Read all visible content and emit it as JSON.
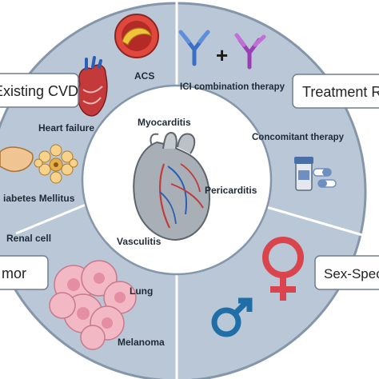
{
  "center": {
    "myocarditis": "Myocarditis",
    "pericarditis": "Pericarditis",
    "vasculitis": "Vasculitis"
  },
  "boxes": {
    "existing_cvd": "Existing CVD",
    "treatment": "Treatment R",
    "tumor": "mor",
    "sex": "Sex-Spec"
  },
  "labels": {
    "acs": "ACS",
    "heart_failure": "Heart failure",
    "diabetes": "iabetes Mellitus",
    "ici": "ICI combination therapy",
    "concomitant": "Concomitant therapy",
    "renal": "Renal cell",
    "lung": "Lung",
    "melanoma": "Melanoma"
  },
  "colors": {
    "ring": "#b9c7d6",
    "ring_edge": "#7d8fa3",
    "divider": "#ffffff",
    "female_symbol": "#d9444d",
    "male_symbol": "#1f6ea8",
    "antibody_blue": "#3a6fc4",
    "antibody_purple": "#9b3fb5"
  }
}
